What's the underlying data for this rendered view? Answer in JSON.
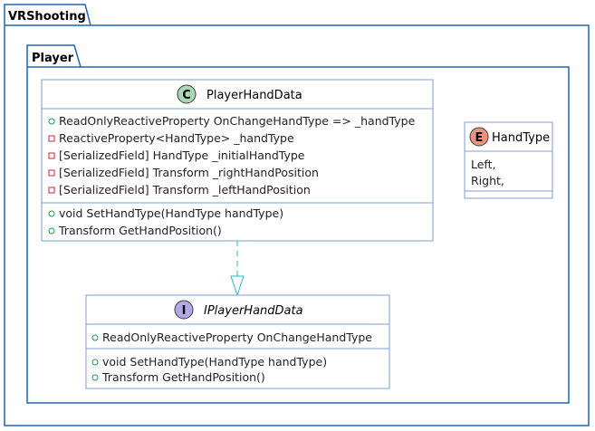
{
  "packages": {
    "outer": {
      "name": "VRShooting"
    },
    "inner": {
      "name": "Player"
    }
  },
  "classes": {
    "player_hand_data": {
      "stereotype_letter": "C",
      "name": "PlayerHandData",
      "fields": [
        {
          "vis": "public",
          "text": "ReadOnlyReactiveProperty OnChangeHandType => _handType"
        },
        {
          "vis": "private",
          "text": "ReactiveProperty<HandType> _handType"
        },
        {
          "vis": "private",
          "text": "[SerializedField] HandType _initialHandType"
        },
        {
          "vis": "private",
          "text": "[SerializedField] Transform _rightHandPosition"
        },
        {
          "vis": "private",
          "text": "[SerializedField] Transform _leftHandPosition"
        }
      ],
      "methods": [
        {
          "vis": "public",
          "text": "void SetHandType(HandType handType)"
        },
        {
          "vis": "public",
          "text": "Transform GetHandPosition()"
        }
      ]
    },
    "hand_type": {
      "stereotype_letter": "E",
      "name": "HandType",
      "values": [
        "Left,",
        "Right,"
      ]
    },
    "i_player_hand_data": {
      "stereotype_letter": "I",
      "name": "IPlayerHandData",
      "fields": [
        {
          "vis": "public",
          "text": "ReadOnlyReactiveProperty OnChangeHandType"
        }
      ],
      "methods": [
        {
          "vis": "public",
          "text": "void SetHandType(HandType handType)"
        },
        {
          "vis": "public",
          "text": "Transform GetHandPosition()"
        }
      ]
    }
  },
  "relations": [
    {
      "from": "PlayerHandData",
      "to": "IPlayerHandData",
      "kind": "realization"
    }
  ],
  "colors": {
    "border": "#1f66b3",
    "class_border": "#7f9fd1",
    "class_badge": "#a9d8b8",
    "enum_badge": "#eb937f",
    "interface_badge": "#b4a7e5",
    "arrow": "#2ab7c4",
    "private_marker": "#c82930",
    "public_marker": "#1f9c4a"
  }
}
